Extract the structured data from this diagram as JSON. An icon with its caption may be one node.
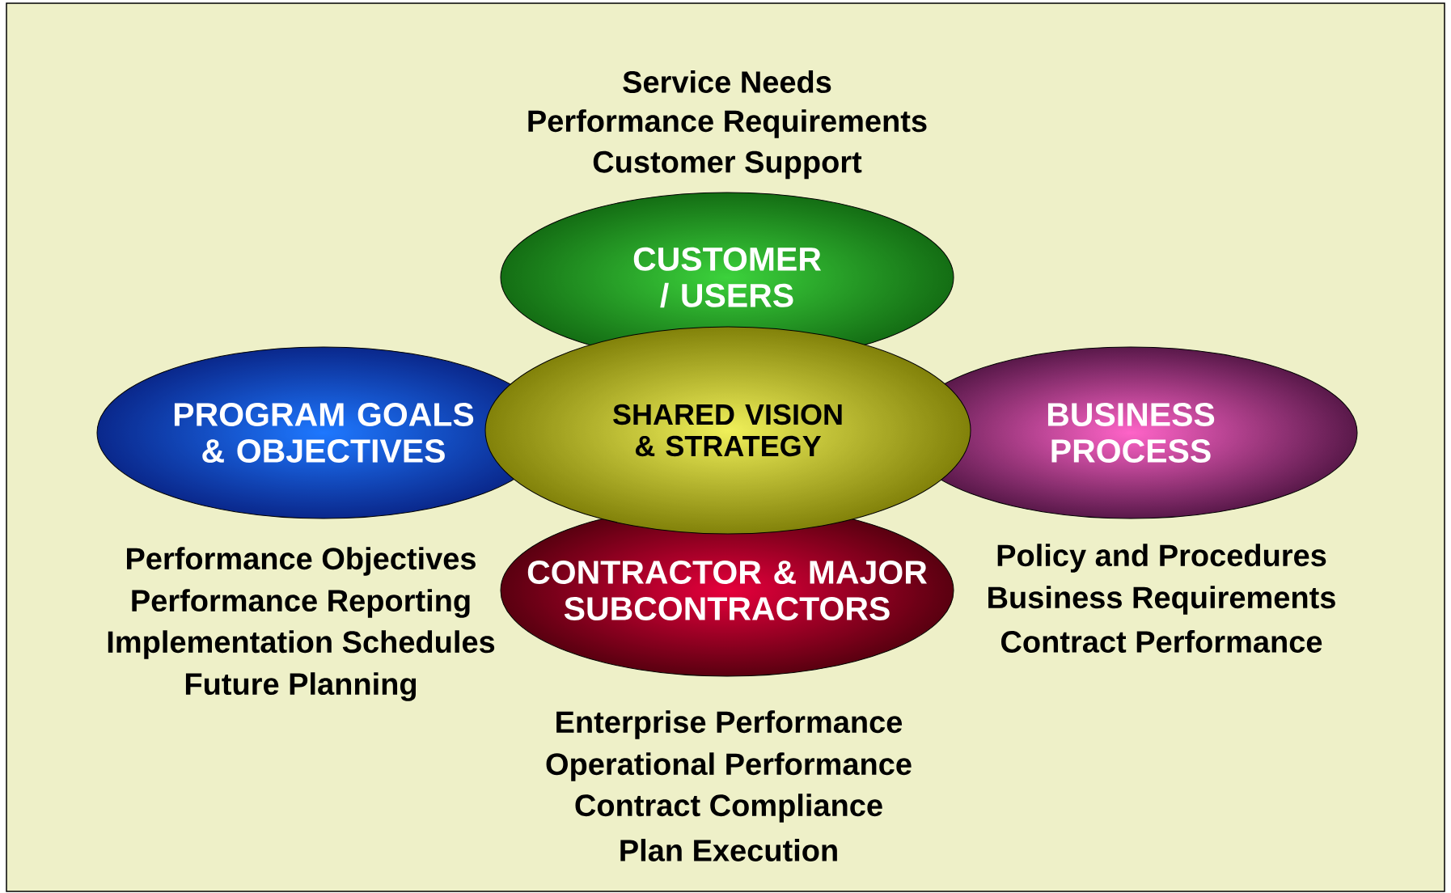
{
  "diagram": {
    "nodes": [
      {
        "text": [
          "CUSTOMER / USERS"
        ],
        "beside": [
          "Service Needs",
          "Performance Requirements",
          "Customer Support"
        ]
      },
      {
        "text": [
          "PROGRAM GOALS & OBJECTIVES"
        ],
        "beside": [
          "Performance Objectives",
          "Performance Reporting",
          "Implementation Schedules",
          "Future Planning"
        ]
      },
      {
        "text": [
          "SHARED VISION & STRATEGY"
        ]
      },
      {
        "text": [
          "BUSINESS PROCESS"
        ],
        "beside": [
          "Policy and Procedures",
          "Business Requirements",
          "Contract Performance"
        ]
      },
      {
        "text": [
          "CONTRACTOR & MAJOR SUBCONTRACTORS"
        ],
        "beside": [
          "Enterprise Performance",
          "Operational Performance",
          "Contract Compliance",
          "Plan Execution"
        ]
      }
    ]
  }
}
